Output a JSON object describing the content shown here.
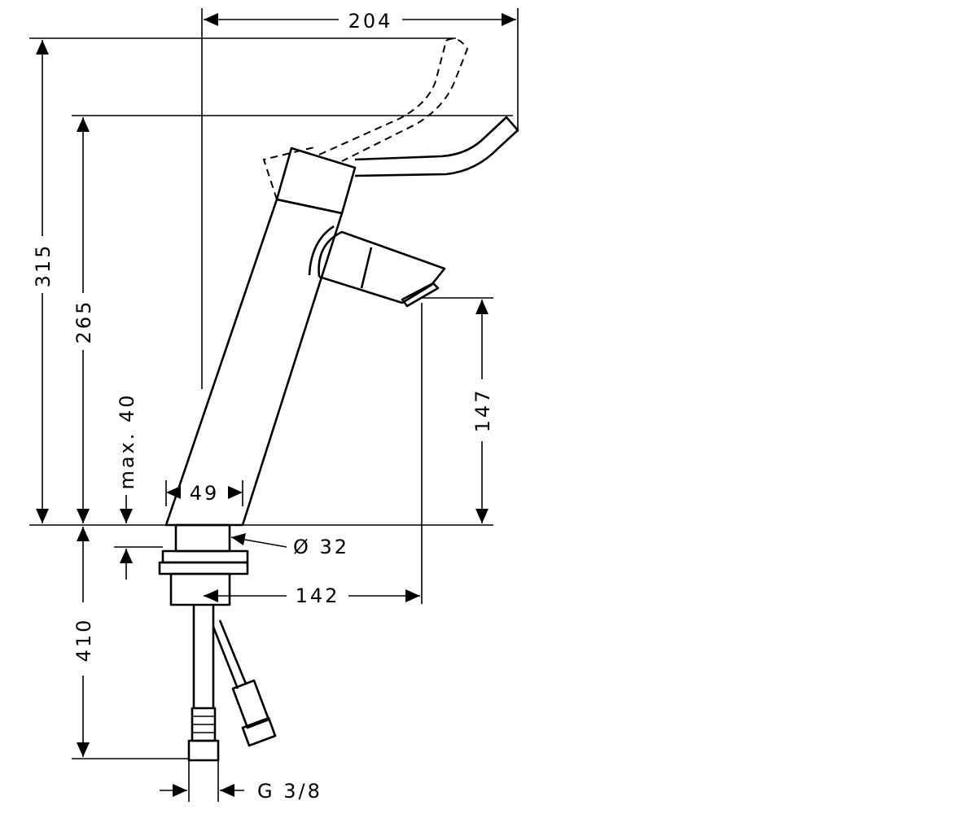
{
  "dimensions": {
    "lever_reach": "204",
    "total_height_lever_raised": "315",
    "height_to_lever_top": "265",
    "spout_height": "147",
    "max_deck_thickness": "max. 40",
    "base_width": "49",
    "shank_diameter": "Ø 32",
    "spout_projection": "142",
    "hose_length": "410",
    "connection_thread": "G 3/8"
  },
  "colors": {
    "line": "#000000",
    "background": "#ffffff"
  }
}
